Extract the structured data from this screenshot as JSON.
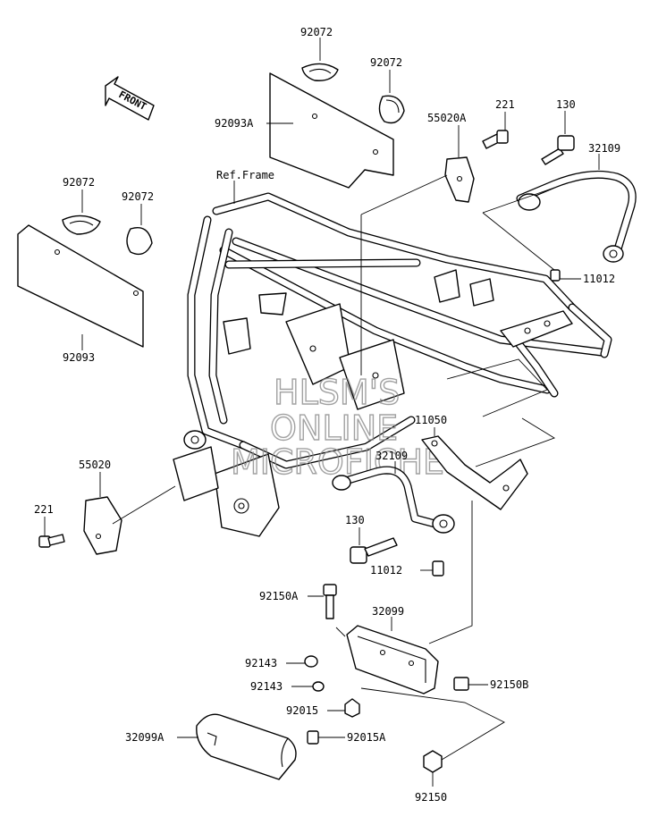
{
  "diagram": {
    "front_arrow_label": "FRONT",
    "ref_frame_label": "Ref.Frame",
    "watermark_lines": [
      "HLSM'S",
      "ONLINE",
      "MICROFICHE"
    ],
    "callouts": [
      {
        "id": "c01",
        "text": "92072"
      },
      {
        "id": "c02",
        "text": "92072"
      },
      {
        "id": "c03",
        "text": "92093A"
      },
      {
        "id": "c04",
        "text": "221"
      },
      {
        "id": "c05",
        "text": "130"
      },
      {
        "id": "c06",
        "text": "55020A"
      },
      {
        "id": "c07",
        "text": "32109"
      },
      {
        "id": "c08",
        "text": "92072"
      },
      {
        "id": "c09",
        "text": "92072"
      },
      {
        "id": "c10",
        "text": "11012"
      },
      {
        "id": "c11",
        "text": "92093"
      },
      {
        "id": "c12",
        "text": "11050"
      },
      {
        "id": "c13",
        "text": "32109"
      },
      {
        "id": "c14",
        "text": "55020"
      },
      {
        "id": "c15",
        "text": "221"
      },
      {
        "id": "c16",
        "text": "130"
      },
      {
        "id": "c17",
        "text": "11012"
      },
      {
        "id": "c18",
        "text": "92150A"
      },
      {
        "id": "c19",
        "text": "32099"
      },
      {
        "id": "c20",
        "text": "92143"
      },
      {
        "id": "c21",
        "text": "92143"
      },
      {
        "id": "c22",
        "text": "92150B"
      },
      {
        "id": "c23",
        "text": "92015"
      },
      {
        "id": "c24",
        "text": "32099A"
      },
      {
        "id": "c25",
        "text": "92015A"
      },
      {
        "id": "c26",
        "text": "92150"
      }
    ]
  }
}
